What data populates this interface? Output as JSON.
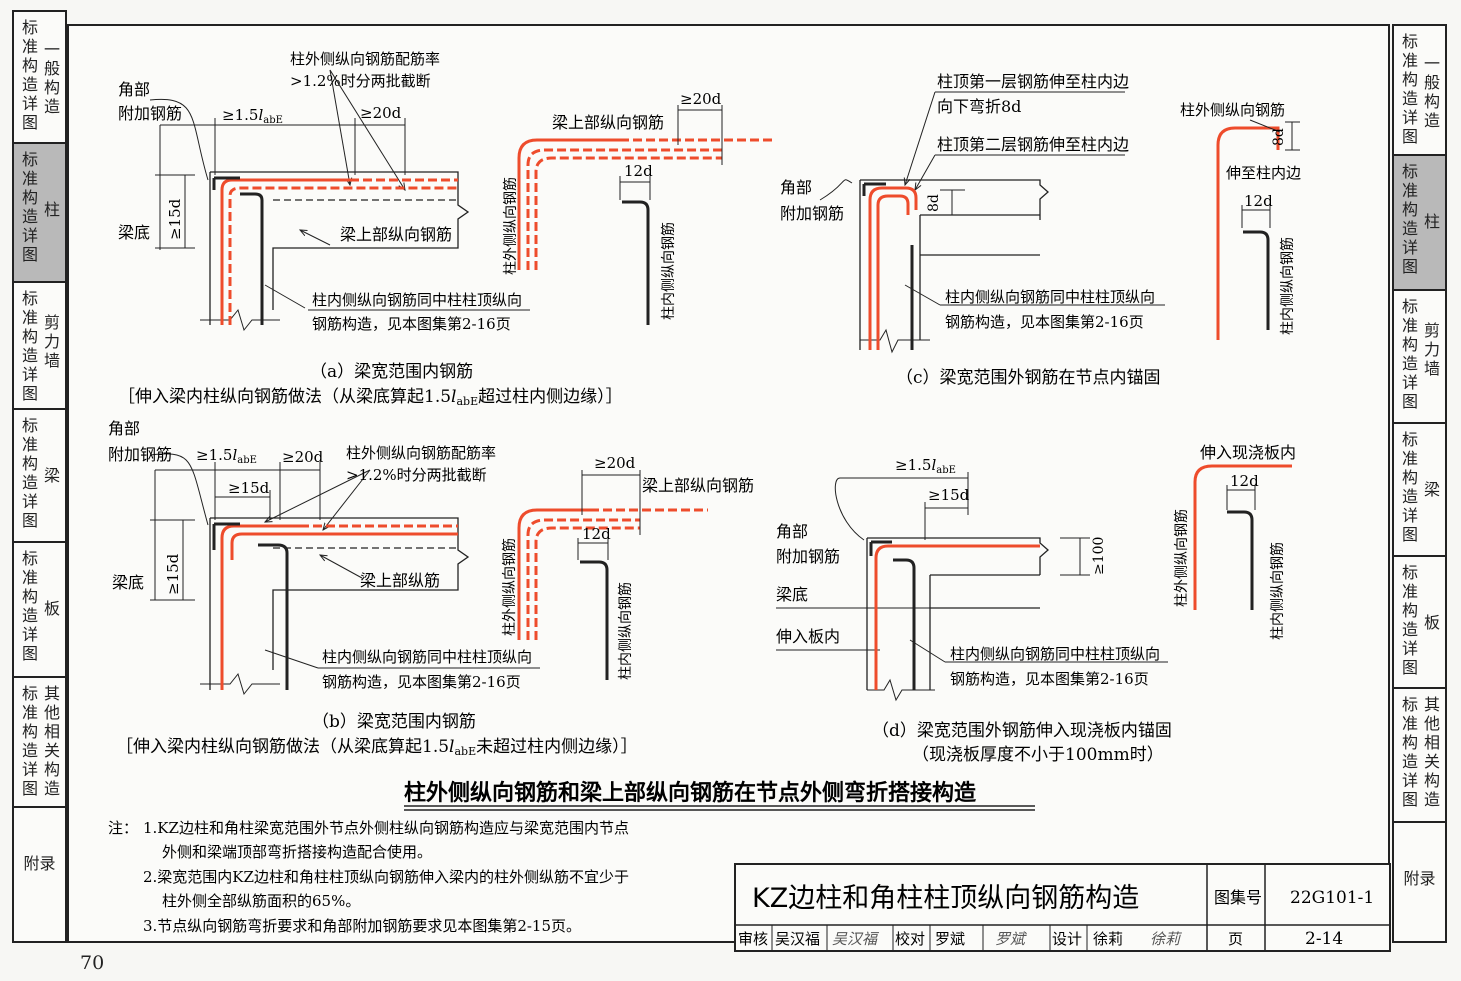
{
  "left_tabs": [
    {
      "col1": "标准构造详图",
      "col2": "一般构造",
      "active": false
    },
    {
      "col1": "标准构造详图",
      "col2": "柱",
      "active": true
    },
    {
      "col1": "标准构造详图",
      "col2": "剪力墙",
      "active": false
    },
    {
      "col1": "标准构造详图",
      "col2": "梁",
      "active": false
    },
    {
      "col1": "标准构造详图",
      "col2": "板",
      "active": false
    },
    {
      "col1": "标准构造详图",
      "col2": "其他相关构造",
      "active": false
    },
    {
      "col1": "附录",
      "col2": "",
      "active": false
    }
  ],
  "page_number": "70",
  "diagram_a": {
    "callout_top": "柱外侧纵向钢筋配筋率",
    "callout_top2": ">1.2%时分两批截断",
    "corner1": "角部",
    "corner2": "附加钢筋",
    "dim_len": "≥1.5",
    "dim_l": "l",
    "dim_sub": "abE",
    "dim_20d": "≥20d",
    "dim_15d": "≥15d",
    "beam_bottom": "梁底",
    "beam_top": "梁上部纵向钢筋",
    "inner1": "柱内侧纵向钢筋同中柱柱顶纵向",
    "inner2": "钢筋构造，见本图集第2-16页",
    "side_beam_top": "梁上部纵向钢筋",
    "side_20d": "≥20d",
    "side_12d": "12d",
    "side_outer": "柱外侧纵向钢筋",
    "side_inner": "柱内侧纵向钢筋",
    "caption": "（a）梁宽范围内钢筋",
    "caption2_a": "［伸入梁内柱纵向钢筋做法（从梁底算起1.5",
    "caption2_b": "超过柱内侧边缘）］"
  },
  "diagram_b": {
    "corner1": "角部",
    "corner2": "附加钢筋",
    "dim_len": "≥1.5",
    "dim_l": "l",
    "dim_sub": "abE",
    "dim_20d": "≥20d",
    "dim_15d_h": "≥15d",
    "dim_15d": "≥15d",
    "callout_top": "柱外侧纵向钢筋配筋率",
    "callout_top2": ">1.2%时分两批截断",
    "beam_bottom": "梁底",
    "beam_top": "梁上部纵筋",
    "inner1": "柱内侧纵向钢筋同中柱柱顶纵向",
    "inner2": "钢筋构造，见本图集第2-16页",
    "side_beam_top": "梁上部纵向钢筋",
    "side_20d": "≥20d",
    "side_12d": "12d",
    "side_outer": "柱外侧纵向钢筋",
    "side_inner": "柱内侧纵向钢筋",
    "caption": "（b）梁宽范围内钢筋",
    "caption2_a": "［伸入梁内柱纵向钢筋做法（从梁底算起1.5",
    "caption2_b": "未超过柱内侧边缘）］"
  },
  "diagram_c": {
    "note1": "柱顶第一层钢筋伸至柱内边",
    "note1b": "向下弯折8d",
    "note2": "柱顶第二层钢筋伸至柱内边",
    "corner1": "角部",
    "corner2": "附加钢筋",
    "dim_8d": "8d",
    "inner1": "柱内侧纵向钢筋同中柱柱顶纵向",
    "inner2": "钢筋构造，见本图集第2-16页",
    "side_outer_top": "柱外侧纵向钢筋",
    "side_8d": "8d",
    "side_extend": "伸至柱内边",
    "side_12d": "12d",
    "side_inner": "柱内侧纵向钢筋",
    "caption": "（c）梁宽范围外钢筋在节点内锚固"
  },
  "diagram_d": {
    "dim_len": "≥1.5",
    "dim_l": "l",
    "dim_sub": "abE",
    "dim_15d": "≥15d",
    "corner1": "角部",
    "corner2": "附加钢筋",
    "dim_100": "≥100",
    "beam_bottom": "梁底",
    "into_slab": "伸入板内",
    "inner1": "柱内侧纵向钢筋同中柱柱顶纵向",
    "inner2": "钢筋构造，见本图集第2-16页",
    "side_into_slab": "伸入现浇板内",
    "side_12d": "12d",
    "side_outer": "柱外侧纵向钢筋",
    "side_inner": "柱内侧纵向钢筋",
    "caption": "（d）梁宽范围外钢筋伸入现浇板内锚固",
    "caption2": "（现浇板厚度不小于100mm时）"
  },
  "section_title": "柱外侧纵向钢筋和梁上部纵向钢筋在节点外侧弯折搭接构造",
  "notes": {
    "label": "注：",
    "lines": [
      "1.KZ边柱和角柱梁宽范围外节点外侧柱纵向钢筋构造应与梁宽范围内节点",
      "外侧和梁端顶部弯折搭接构造配合使用。",
      "2.梁宽范围内KZ边柱和角柱柱顶纵向钢筋伸入梁内的柱外侧纵筋不宜少于",
      "柱外侧全部纵筋面积的65%。",
      "3.节点纵向钢筋弯折要求和角部附加钢筋要求见本图集第2-15页。"
    ]
  },
  "title_block": {
    "title": "KZ边柱和角柱柱顶纵向钢筋构造",
    "atlas_label": "图集号",
    "atlas_no": "22G101-1",
    "review_label": "审核",
    "reviewer": "吴汉福",
    "reviewer_sig": "吴汉福",
    "check_label": "校对",
    "checker": "罗斌",
    "checker_sig": "罗斌",
    "design_label": "设计",
    "designer": "徐莉",
    "designer_sig": "徐莉",
    "page_label": "页",
    "page_no": "2-14"
  },
  "colors": {
    "rebar_red": "#ee4c2c",
    "rebar_black": "#222222",
    "tab_active": "#b9b9b9"
  }
}
